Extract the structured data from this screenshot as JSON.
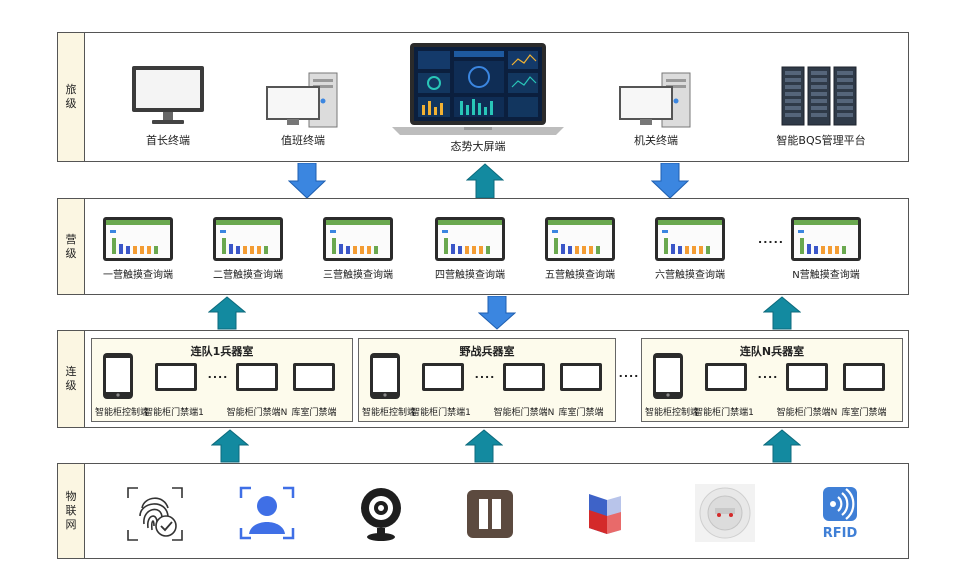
{
  "tiers": {
    "brigade": {
      "label": "旅级",
      "items": [
        "首长终端",
        "值班终端",
        "态势大屏端",
        "机关终端",
        "智能BQS管理平台"
      ]
    },
    "battalion": {
      "label": "营级",
      "items": [
        "一营触摸查询端",
        "二营触摸查询端",
        "三营触摸查询端",
        "四营触摸查询端",
        "五营触摸查询端",
        "六营触摸查询端",
        "N营触摸查询端"
      ],
      "ellipsis": "....."
    },
    "company": {
      "label": "连级",
      "groups": [
        {
          "title": "连队1兵器室",
          "items": [
            "智能柜控制端",
            "智能柜门禁端1",
            "智能柜门禁端N",
            "库室门禁端"
          ]
        },
        {
          "title": "野战兵器室",
          "items": [
            "智能柜控制端",
            "智能柜门禁端1",
            "智能柜门禁端N",
            "库室门禁端"
          ]
        },
        {
          "title": "连队N兵器室",
          "items": [
            "智能柜控制端",
            "智能柜门禁端1",
            "智能柜门禁端N",
            "库室门禁端"
          ]
        }
      ],
      "ellipsis": "....",
      "group_ellipsis": "...."
    },
    "iot": {
      "label": "物联网",
      "rfid_text": "RFID"
    }
  },
  "colors": {
    "arrow_blue": "#3b86e0",
    "arrow_teal": "#138aa0",
    "label_bg": "#fbf6e2",
    "group_bg": "#fdfbec",
    "rfid_blue": "#3f7fd6",
    "avatar_blue": "#3f6fe6"
  },
  "icons": [
    "fingerprint-icon",
    "face-recognition-icon",
    "camera-icon",
    "door-lock-icon",
    "alarm-light-icon",
    "smoke-detector-icon",
    "rfid-icon"
  ]
}
